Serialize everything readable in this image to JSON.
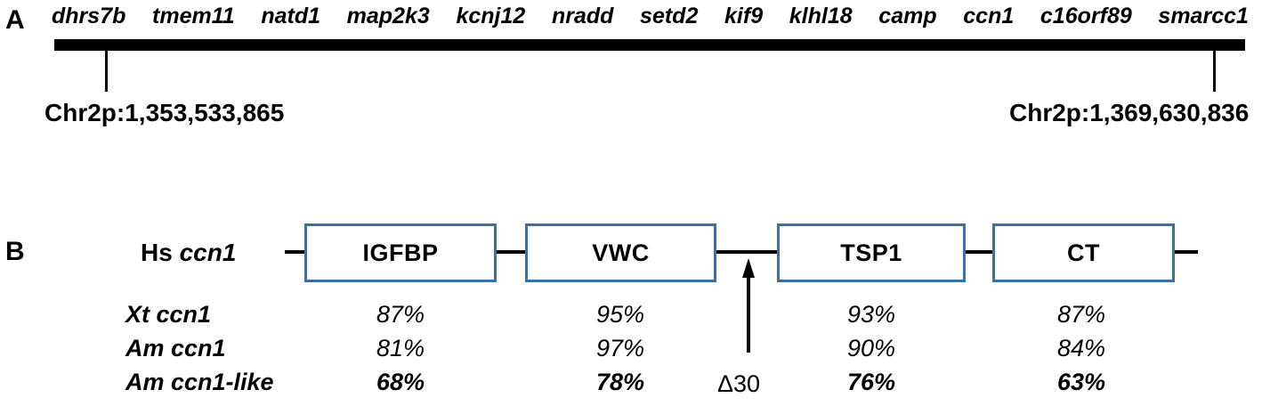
{
  "figure": {
    "panels": [
      {
        "letter": "A",
        "name": "synteny-track",
        "genes": [
          "dhrs7b",
          "tmem11",
          "natd1",
          "map2k3",
          "kcnj12",
          "nradd",
          "setd2",
          "kif9",
          "klhl18",
          "camp",
          "ccn1",
          "c16orf89",
          "smarcc1"
        ],
        "coordinate_left": "Chr2p:1,353,533,865",
        "coordinate_right": "Chr2p:1,369,630,836"
      },
      {
        "letter": "B",
        "name": "domain-architecture",
        "reference_species": "Hs",
        "reference_gene": "ccn1",
        "domains": [
          "IGFBP",
          "VWC",
          "TSP1",
          "CT"
        ],
        "annotation": "Δ30",
        "rows": [
          {
            "label": "Xt ccn1",
            "values": [
              "87%",
              "95%",
              "93%",
              "87%"
            ],
            "bold": false
          },
          {
            "label": "Am ccn1",
            "values": [
              "81%",
              "97%",
              "90%",
              "84%"
            ],
            "bold": false
          },
          {
            "label": "Am ccn1-like",
            "values": [
              "68%",
              "78%",
              "76%",
              "63%"
            ],
            "bold": true
          }
        ]
      }
    ],
    "colors": {
      "domain_border": "#3c6fa8",
      "bar": "#000000",
      "text": "#000000",
      "background": "#ffffff"
    }
  }
}
